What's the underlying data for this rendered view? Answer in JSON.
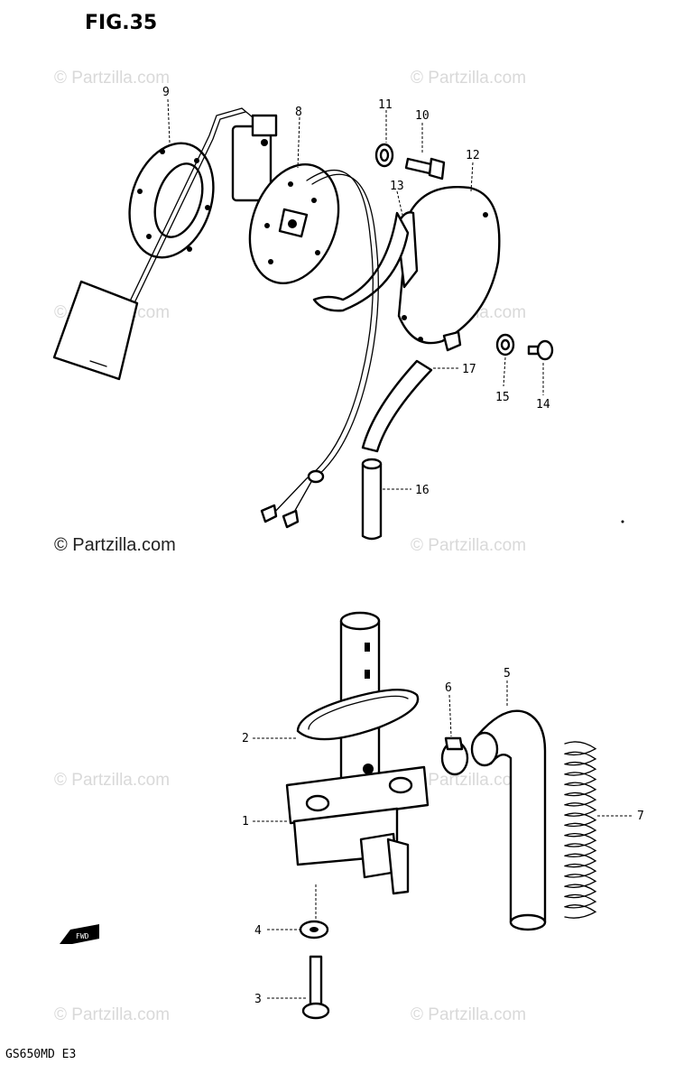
{
  "figure": {
    "title": "FIG.35",
    "footer": "GS650MD E3"
  },
  "watermarks": {
    "faint": "© Partzilla.com",
    "strong": "© Partzilla.com"
  },
  "callouts": [
    "9",
    "8",
    "11",
    "10",
    "12",
    "13",
    "17",
    "15",
    "14",
    "16",
    "5",
    "6",
    "2",
    "1",
    "7",
    "4",
    "3"
  ],
  "front_arrow_label": "FWD",
  "colors": {
    "ink": "#000000",
    "watermark": "#d9d9d9",
    "background": "#ffffff"
  }
}
